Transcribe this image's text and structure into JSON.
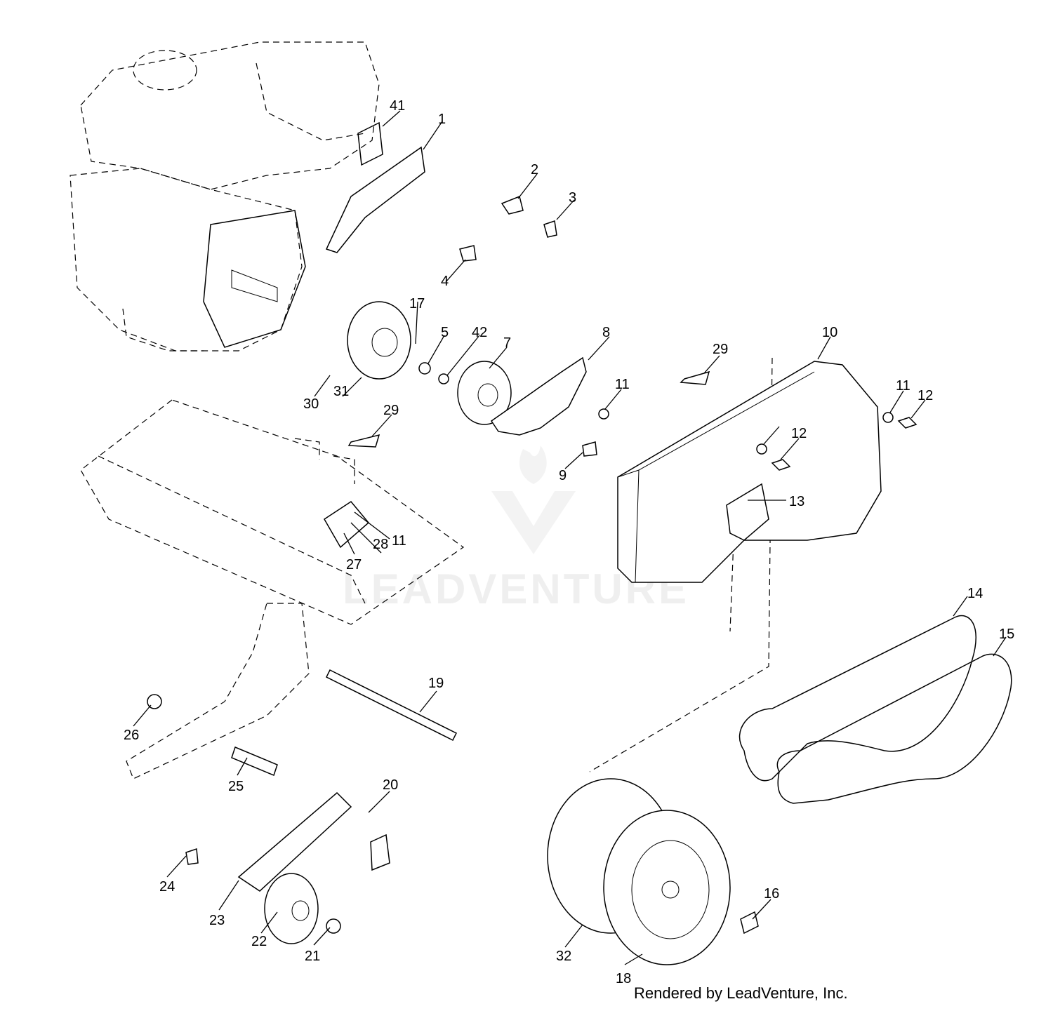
{
  "diagram": {
    "callouts": [
      "41",
      "1",
      "2",
      "3",
      "4",
      "17",
      "5",
      "42",
      "7",
      "8",
      "10",
      "29",
      "30",
      "31",
      "11",
      "12",
      "29",
      "11",
      "12",
      "9",
      "13",
      "11",
      "28",
      "27",
      "14",
      "15",
      "19",
      "26",
      "25",
      "20",
      "24",
      "23",
      "22",
      "21",
      "32",
      "18",
      "16"
    ],
    "footer": "Rendered by LeadVenture, Inc.",
    "watermark": "LEADVENTURE",
    "line_color": "#000000",
    "background": "#ffffff"
  }
}
